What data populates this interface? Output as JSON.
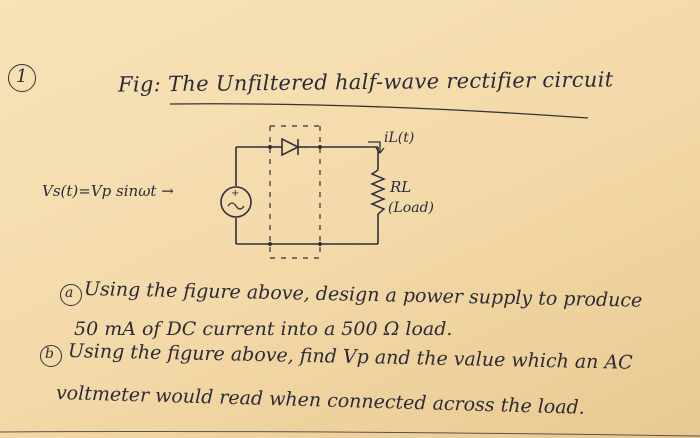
{
  "question_number": "1",
  "figure_title": "Fig: The Unfiltered half-wave rectifier circuit",
  "circuit": {
    "source_label": "Vs(t)=Vp sinωt →",
    "source_polarity_plus": "+",
    "current_label": "iL(t)",
    "resistor_label": "RL",
    "resistor_sublabel": "(Load)"
  },
  "questions": [
    {
      "letter": "a",
      "line1": "Using the figure above, design a power supply to produce",
      "line2": "50 mA of DC current into a 500 Ω load."
    },
    {
      "letter": "b",
      "line1": "Using the figure above, find Vp and the value which an AC",
      "line2": "voltmeter would read when connected across the load."
    }
  ]
}
